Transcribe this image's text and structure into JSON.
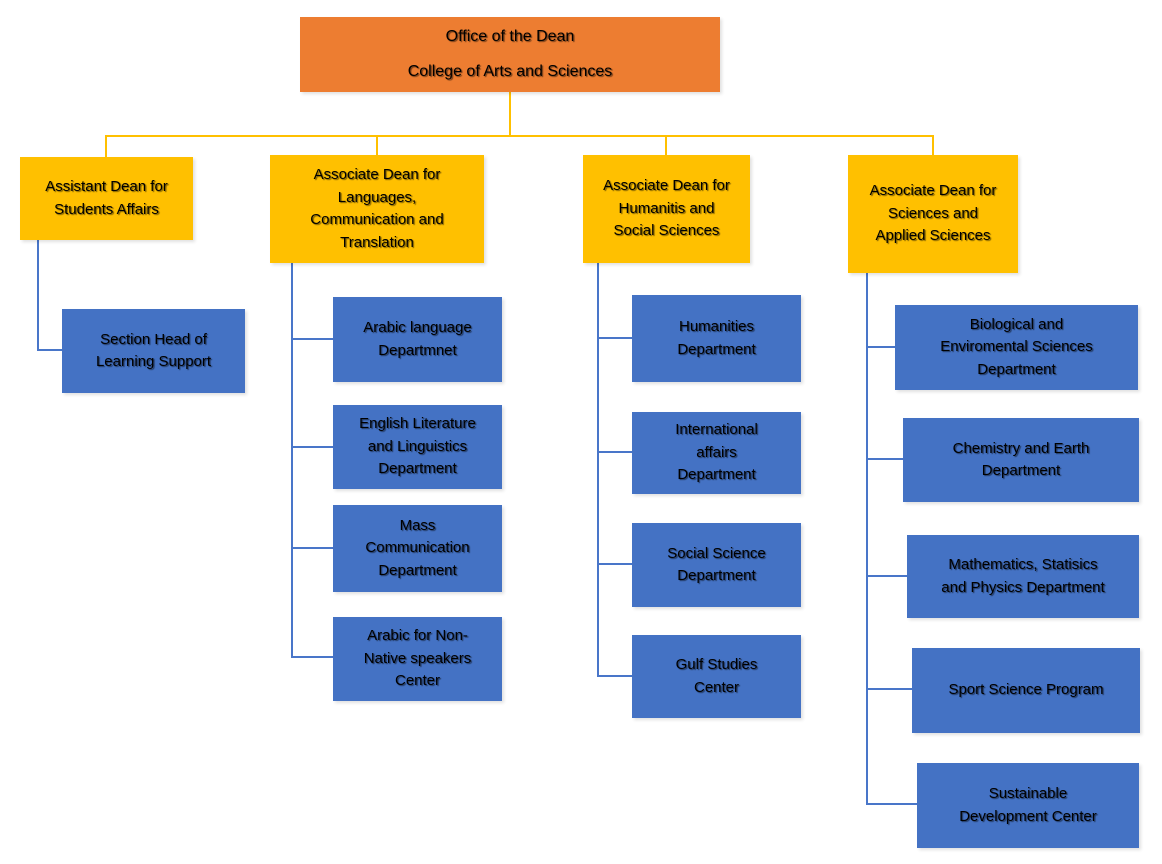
{
  "org": {
    "root": {
      "line1": "Office of the Dean",
      "line2": "College of Arts and Sciences"
    },
    "branches": [
      {
        "label": "Assistant Dean for\nStudents Affairs",
        "children": [
          "Section Head of\nLearning Support"
        ]
      },
      {
        "label": "Associate Dean for\nLanguages,\nCommunication and\nTranslation",
        "children": [
          "Arabic language\nDepartmnet",
          "English Literature\nand Linguistics\nDepartment",
          "Mass\nCommunication\nDepartment",
          "Arabic for Non-\nNative speakers\nCenter"
        ]
      },
      {
        "label": "Associate Dean for\nHumanitis and\nSocial Sciences",
        "children": [
          "Humanities\nDepartment",
          "International\naffairs\nDepartment",
          "Social Science\nDepartment",
          "Gulf Studies\nCenter"
        ]
      },
      {
        "label": "Associate Dean for\nSciences and\nApplied Sciences",
        "children": [
          "Biological and\nEnviromental Sciences\nDepartment",
          "Chemistry and Earth\nDepartment",
          "Mathematics, Statisics\nand Physics Department",
          "Sport Science Program",
          "Sustainable\nDevelopment Center"
        ]
      }
    ],
    "colors": {
      "root_box": "#ED7D31",
      "branch_box": "#FFC000",
      "leaf_box": "#4472C4",
      "top_connector": "#FFC000",
      "sub_connector": "#4976C9",
      "text": "#000000",
      "background": "#FFFFFF"
    }
  }
}
